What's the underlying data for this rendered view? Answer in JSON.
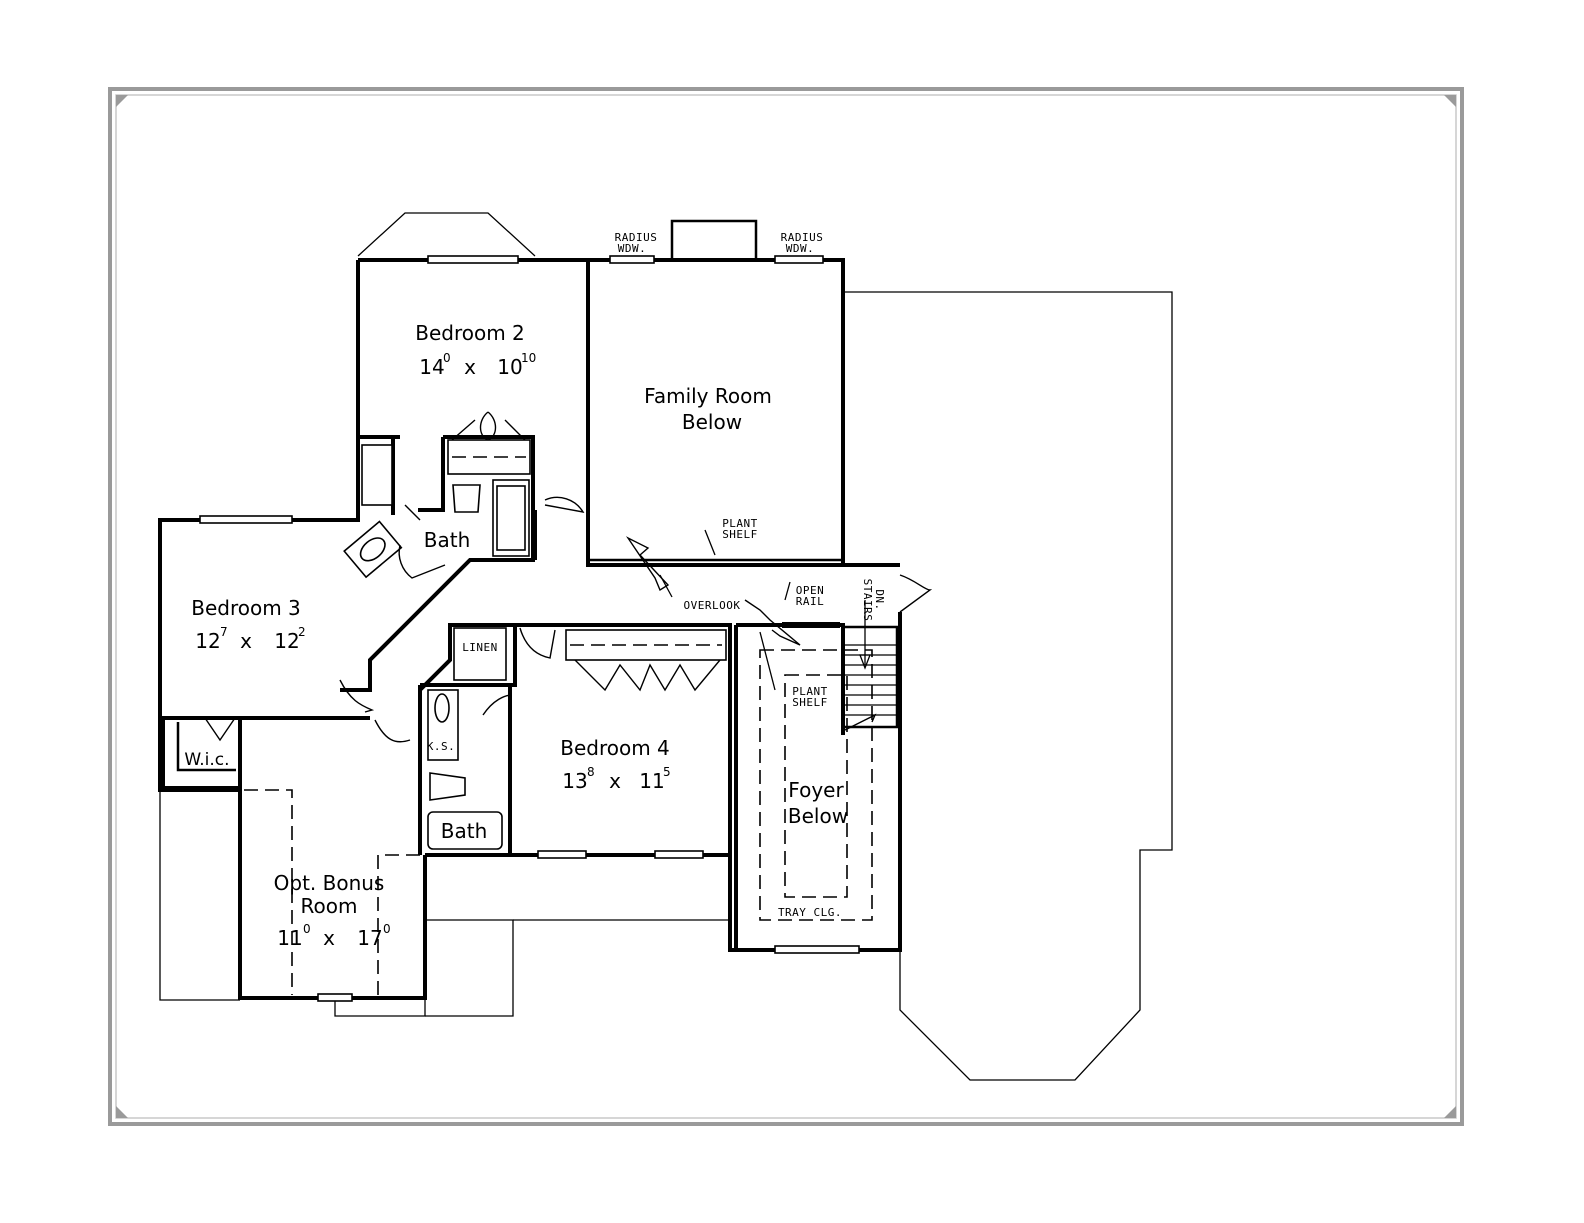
{
  "rooms": {
    "bedroom2": {
      "name": "Bedroom 2",
      "w": "14",
      "w_in": "0",
      "l": "10",
      "l_in": "10"
    },
    "family": {
      "name1": "Family Room",
      "name2": "Below"
    },
    "bedroom3": {
      "name": "Bedroom 3",
      "w": "12",
      "w_in": "7",
      "l": "12",
      "l_in": "2"
    },
    "bath1": {
      "name": "Bath"
    },
    "bedroom4": {
      "name": "Bedroom 4",
      "w": "13",
      "w_in": "8",
      "l": "11",
      "l_in": "5"
    },
    "bath2": {
      "name": "Bath"
    },
    "bonus": {
      "name1": "Opt. Bonus",
      "name2": "Room",
      "w": "11",
      "w_in": "0",
      "l": "17",
      "l_in": "0"
    },
    "foyer": {
      "name1": "Foyer",
      "name2": "Below"
    },
    "wic": {
      "name": "W.i.c."
    },
    "linen": {
      "name": "LINEN"
    },
    "ks": {
      "name": "K.S."
    }
  },
  "notes": {
    "radius1_a": "RADIUS",
    "radius1_b": "WDW.",
    "radius2_a": "RADIUS",
    "radius2_b": "WDW.",
    "plant_shelf1_a": "PLANT",
    "plant_shelf1_b": "SHELF",
    "plant_shelf2_a": "PLANT",
    "plant_shelf2_b": "SHELF",
    "overlook": "OVERLOOK",
    "open_rail_a": "OPEN",
    "open_rail_b": "RAIL",
    "stairs_a": "STAIRS",
    "stairs_b": "DN.",
    "tray": "TRAY CLG."
  },
  "separator": "x"
}
